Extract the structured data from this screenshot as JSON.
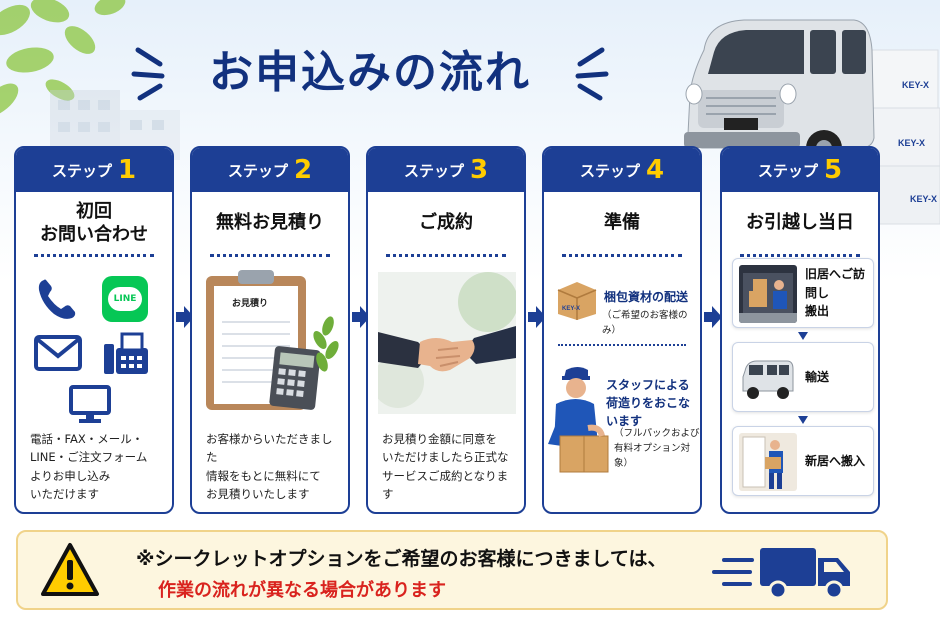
{
  "title": "お申込みの流れ",
  "colors": {
    "navy": "#1d3f95",
    "yellow": "#ffcc00",
    "red": "#d9231e",
    "line_green": "#06c755"
  },
  "steps": [
    {
      "word": "ステップ",
      "num": "1",
      "title": "初回\nお問い合わせ",
      "desc": "電話・FAX・メール・\nLINE・ご注文フォーム\nよりお申し込み\nいただけます",
      "icons": [
        "phone-icon",
        "line-icon",
        "mail-icon",
        "fax-icon",
        "monitor-icon"
      ],
      "line_label": "LINE"
    },
    {
      "word": "ステップ",
      "num": "2",
      "title": "無料お見積り",
      "desc": "お客様からいただきました\n情報をもとに無料にて\nお見積りいたします",
      "clipboard_label": "お見積り"
    },
    {
      "word": "ステップ",
      "num": "3",
      "title": "ご成約",
      "desc": "お見積り金額に同意を\nいただけましたら正式な\nサービスご成約となります"
    },
    {
      "word": "ステップ",
      "num": "4",
      "title": "準備",
      "row1_label": "梱包資材の配送",
      "row1_sub": "（ご希望のお客様のみ）",
      "row2_label": "スタッフによる\n荷造りをおこないます",
      "row2_sub": "（フルパックおよび\n有料オプション対象）",
      "box_brand": "KEY-X"
    },
    {
      "word": "ステップ",
      "num": "5",
      "title": "お引越し当日",
      "substeps": [
        "旧居へご訪問し\n搬出",
        "輸送",
        "新居へ搬入"
      ]
    }
  ],
  "van": {
    "box_brand": "KEY-X"
  },
  "notice": {
    "line1": "※シークレットオプションをご希望のお客様につきましては、",
    "line2": "作業の流れが異なる場合があります"
  }
}
